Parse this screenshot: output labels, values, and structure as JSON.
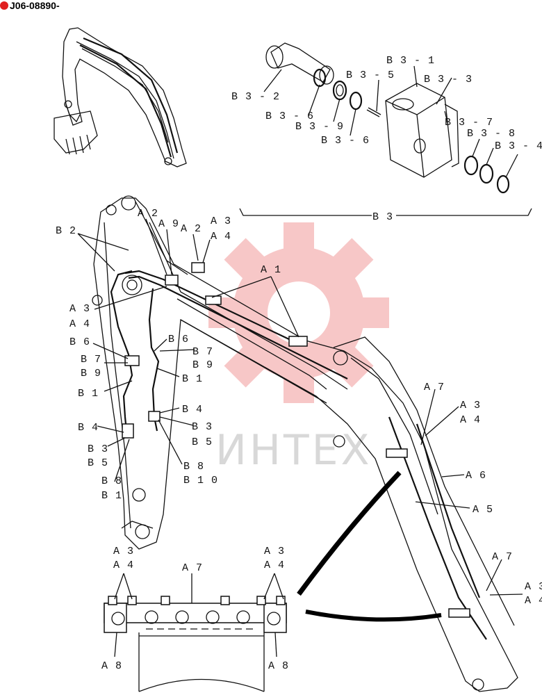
{
  "header": {
    "code": "J06-08890-",
    "logo_icon": "red-seal-icon"
  },
  "watermark": {
    "text": "ИНТЕХ",
    "gear_color": "#f5b5b5"
  },
  "labels": {
    "b3_1": "B 3 - 1",
    "b3_5": "B 3 - 5",
    "b3_3": "B 3 - 3",
    "b3_2": "B 3 - 2",
    "b3_6a": "B 3 - 6",
    "b3_9": "B 3 - 9",
    "b3_6b": "B 3 - 6",
    "b3_7": "B 3 - 7",
    "b3_8": "B 3 - 8",
    "b3_4": "B 3 - 4",
    "b3": "B 3",
    "b2": "B 2",
    "a2a": "A 2",
    "a9": "A 9",
    "a2b": "A 2",
    "a3a": "A 3",
    "a4a": "A 4",
    "a1": "A 1",
    "a3b": "A 3",
    "a4b": "A 4",
    "b6a": "B 6",
    "b7a": "B 7",
    "b9a": "B 9",
    "b1a": "B 1",
    "b4a": "B 4",
    "b3a": "B 3",
    "b5a": "B 5",
    "b8a": "B 8",
    "b10a": "B 1",
    "b6b": "B 6",
    "b7b": "B 7",
    "b9b": "B 9",
    "b1b": "B 1",
    "b4b": "B 4",
    "b3b": "B 3",
    "b5b": "B 5",
    "b8b": "B 8",
    "b10b": "B 1 0",
    "a7a": "A 7",
    "a3c": "A 3",
    "a4c": "A 4",
    "a6": "A 6",
    "a5": "A 5",
    "a7b": "A 7",
    "a3d": "A 3",
    "a4d": "A 4",
    "a3e": "A 3",
    "a4e": "A 4",
    "a7c": "A 7",
    "a3f": "A 3",
    "a4f": "A 4",
    "a8a": "A 8",
    "a8b": "A 8"
  }
}
